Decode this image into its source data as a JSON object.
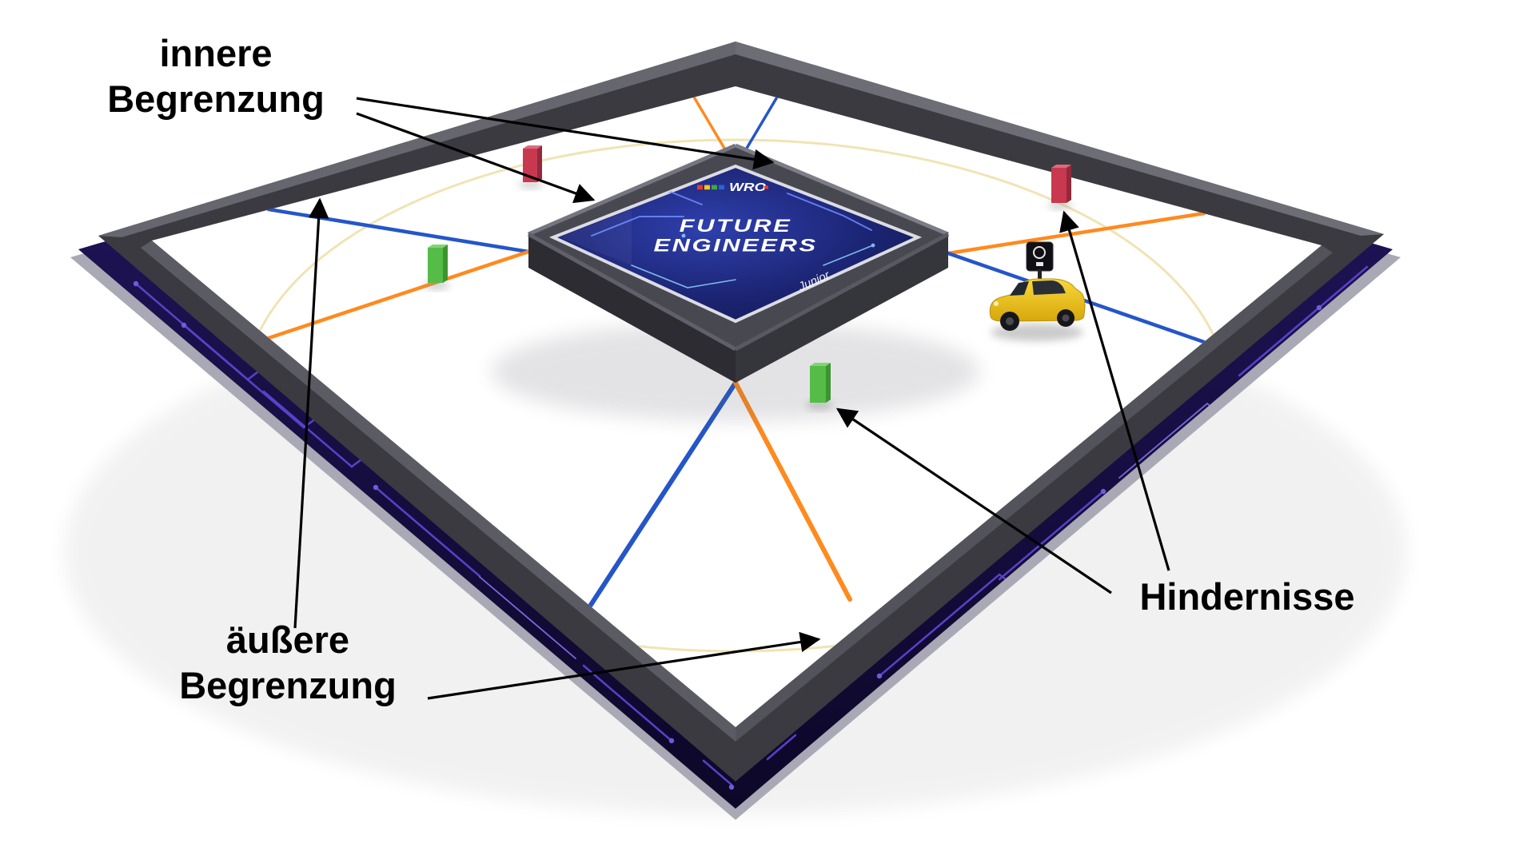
{
  "diagram": {
    "labels": {
      "inner_boundary_line1": "innere",
      "inner_boundary_line2": "Begrenzung",
      "outer_boundary_line1": "äußere",
      "outer_boundary_line2": "Begrenzung",
      "obstacles": "Hindernisse"
    },
    "mat": {
      "logo_text": "WRO",
      "title_line1": "FUTURE",
      "title_line2": "ENGINEERS",
      "subtitle": "Junior"
    },
    "field": {
      "track_line_blue": "#2456c8",
      "track_line_orange": "#ff8a1e",
      "wall_color": "#3a3a40",
      "base_color": "#161040",
      "obstacle_items": [
        {
          "color": "red",
          "position": "top-left"
        },
        {
          "color": "green",
          "position": "left"
        },
        {
          "color": "green",
          "position": "center"
        },
        {
          "color": "red",
          "position": "right"
        }
      ],
      "vehicle": {
        "type": "car",
        "color": "#f2c81e"
      }
    }
  }
}
